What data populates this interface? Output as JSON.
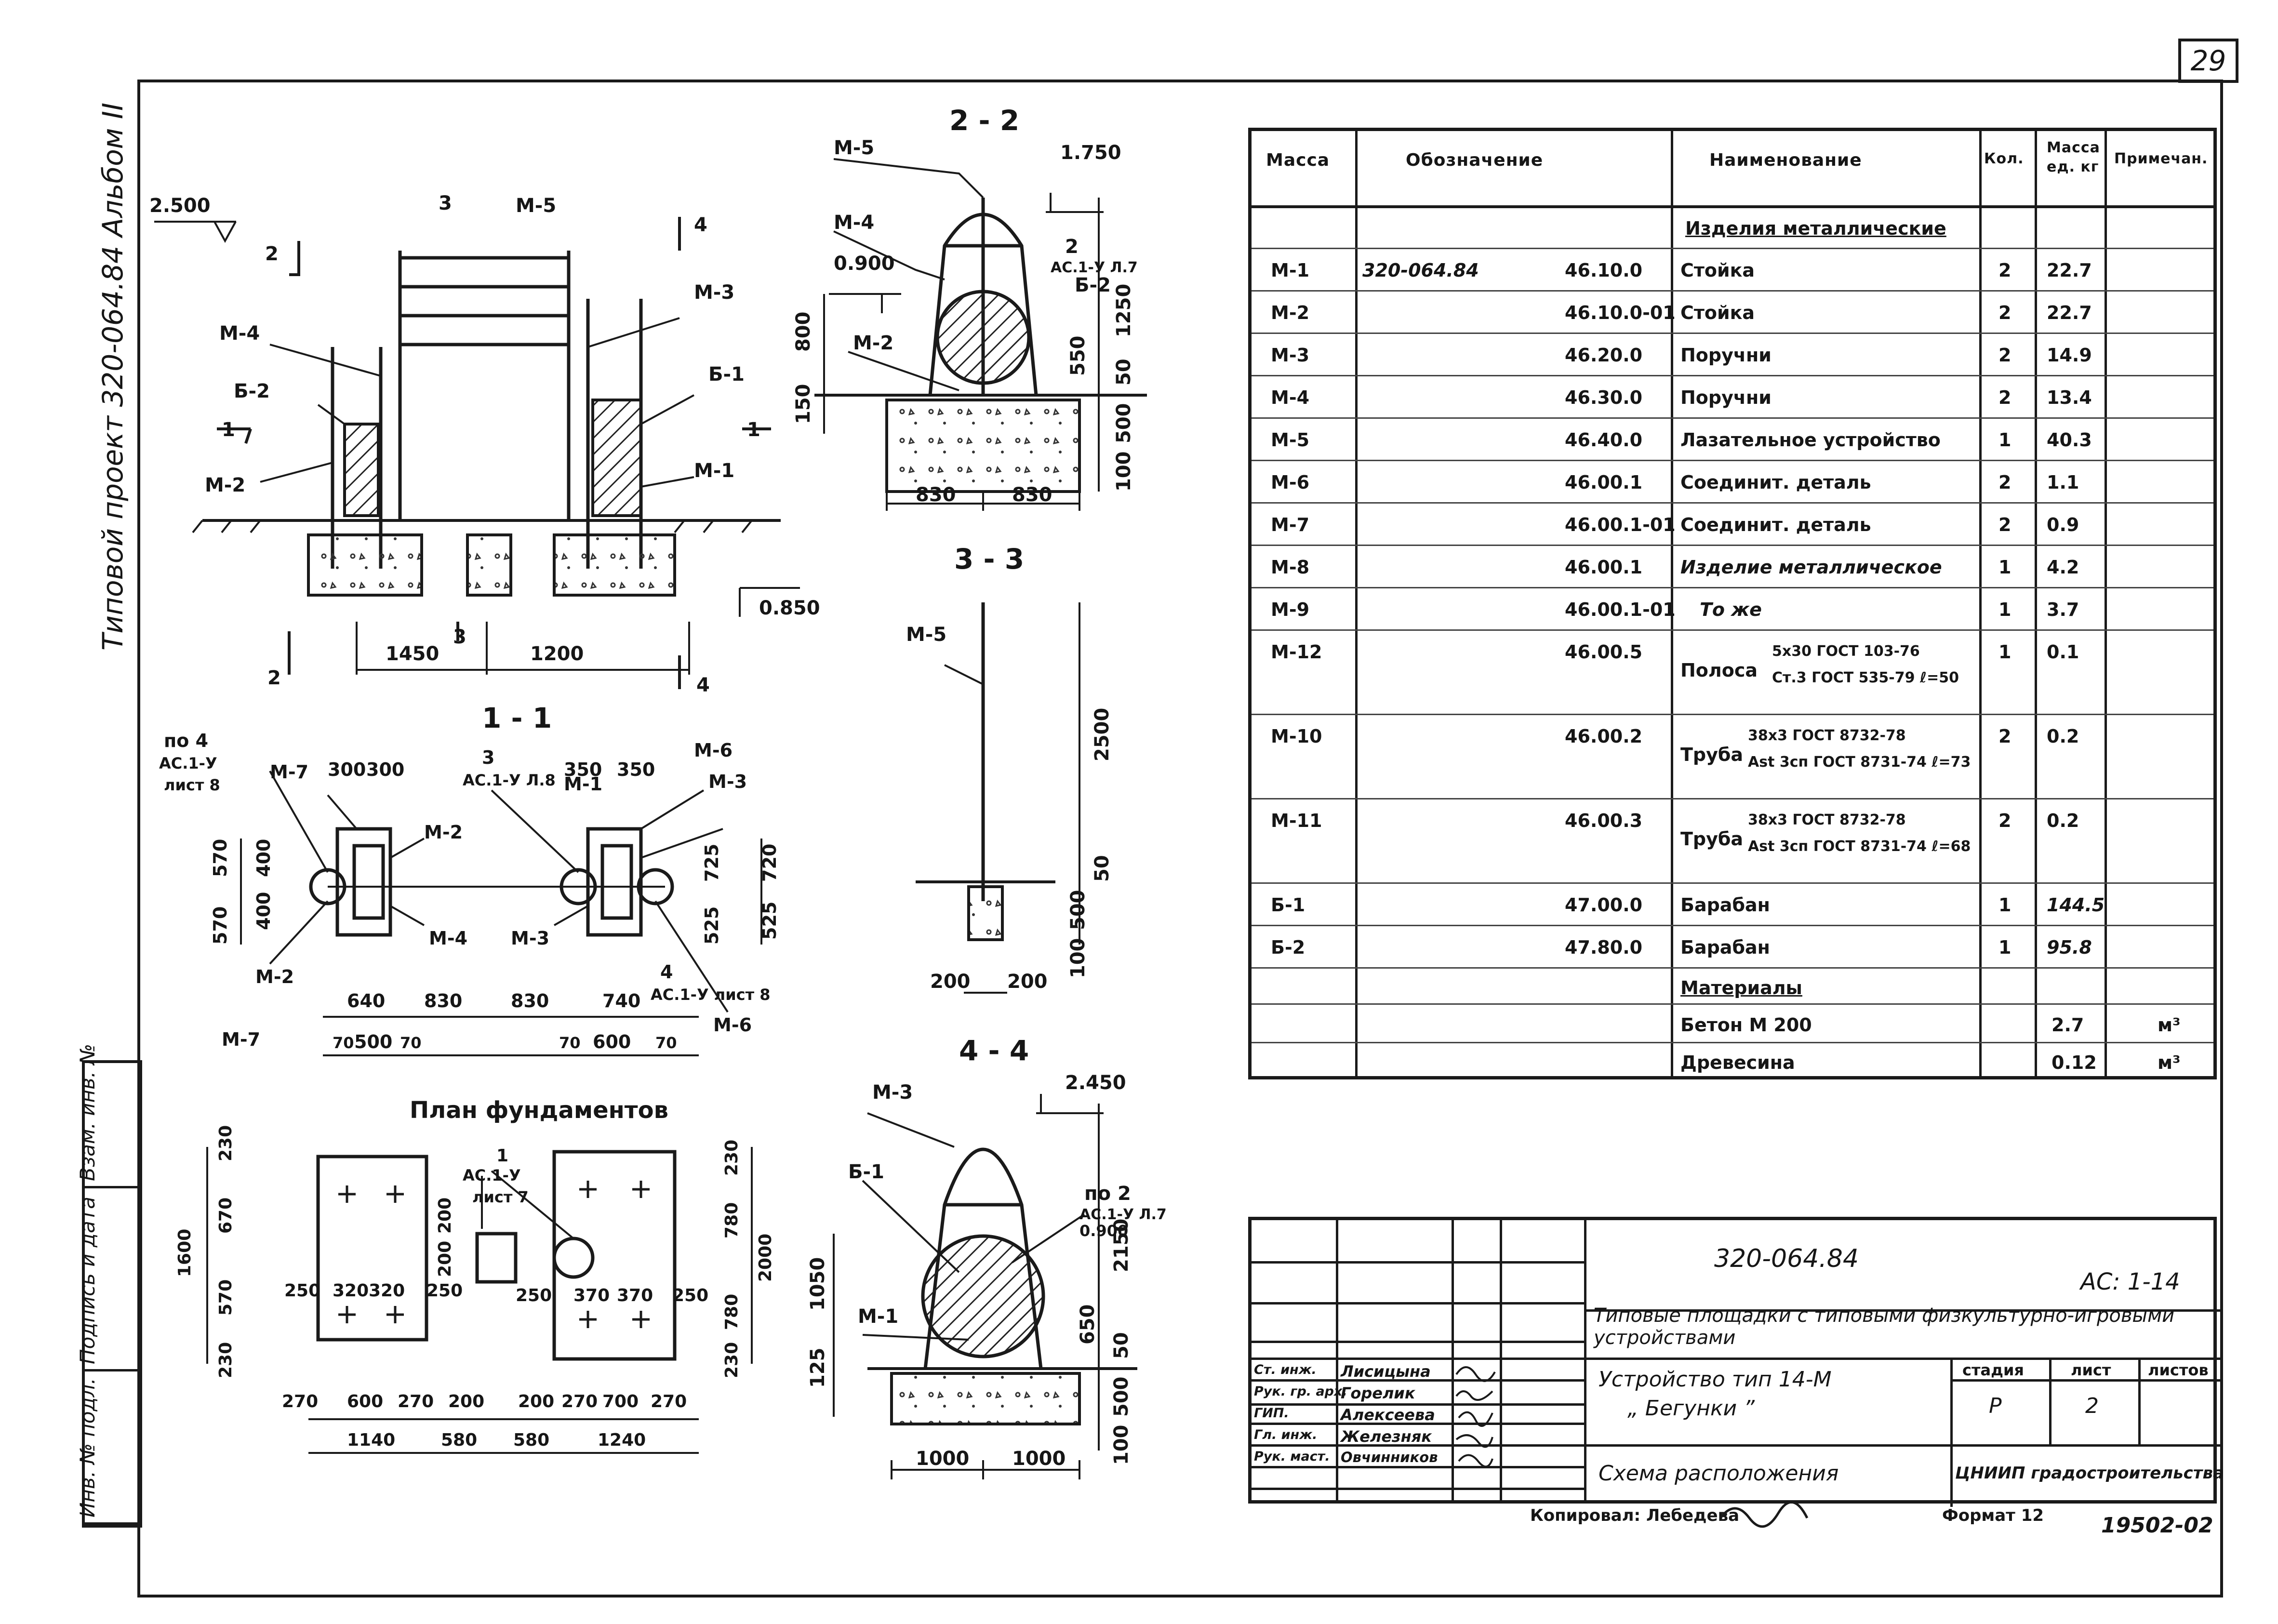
{
  "sheet": {
    "number": "29",
    "side_title": "Типовой проект 320-064.84   Альбом II",
    "side_fields": [
      "Инв. № подл.",
      "Подпись и дата",
      "Взам. инв. №"
    ]
  },
  "views": {
    "elevation": {
      "labels": [
        "М-5",
        "М-4",
        "Б-2",
        "М-2",
        "М-3",
        "Б-1",
        "М-1"
      ],
      "section_marks": [
        "1",
        "1",
        "2",
        "2",
        "3",
        "3",
        "4",
        "4"
      ],
      "levels": [
        "2.500",
        "0.850"
      ],
      "dims": [
        "1450",
        "1200"
      ]
    },
    "section_2_2": {
      "title": "2 - 2",
      "labels": [
        "М-5",
        "М-4",
        "М-2",
        "2",
        "АС.1-У Л.7",
        "Б-2"
      ],
      "levels": [
        "1.750",
        "0.900"
      ],
      "dims": [
        "800",
        "150",
        "1250",
        "550",
        "50",
        "500",
        "100",
        "830",
        "830"
      ]
    },
    "section_3_3": {
      "title": "3 - 3",
      "labels": [
        "М-5"
      ],
      "dims": [
        "2500",
        "50",
        "500",
        "100",
        "200",
        "200"
      ]
    },
    "section_1_1": {
      "title": "1 - 1",
      "labels": [
        "по 4",
        "АС.1-У",
        "лист 8",
        "М-7",
        "3",
        "АС.1-У Л.8",
        "М-1",
        "М-6",
        "М-3",
        "М-2",
        "М-4",
        "М-3",
        "М-2",
        "М-7",
        "4",
        "АС.1-У лист 8",
        "М-6"
      ],
      "dims": [
        "300",
        "300",
        "350",
        "350",
        "570",
        "400",
        "400",
        "570",
        "725",
        "525",
        "720",
        "525",
        "640",
        "830",
        "830",
        "740",
        "70",
        "500",
        "70",
        "70",
        "600",
        "70"
      ]
    },
    "plan": {
      "title": "План фундаментов",
      "labels": [
        "1",
        "АС.1-У",
        "лист 7"
      ],
      "dims": [
        "230",
        "670",
        "1600",
        "570",
        "230",
        "250",
        "320",
        "320",
        "250",
        "200",
        "200",
        "250",
        "370",
        "370",
        "250",
        "230",
        "780",
        "2000",
        "780",
        "230",
        "270",
        "600",
        "270",
        "200",
        "200",
        "270",
        "700",
        "270",
        "1140",
        "580",
        "580",
        "1240"
      ]
    },
    "section_4_4": {
      "title": "4 - 4",
      "labels": [
        "М-3",
        "Б-1",
        "по 2",
        "АС.1-У Л.7",
        "М-1"
      ],
      "levels": [
        "2.450",
        "0.900"
      ],
      "dims": [
        "1050",
        "125",
        "2150",
        "650",
        "50",
        "500",
        "100",
        "1000",
        "1000"
      ]
    }
  },
  "spec": {
    "headers": [
      "Масса",
      "Обозначение",
      "Наименование",
      "Кол.",
      "Масса ед. кг",
      "Примечан."
    ],
    "section_metal": "Изделия металлические",
    "rows": [
      {
        "mark": "М-1",
        "doc": "320-064.84",
        "code": "46.10.0",
        "name": "Стойка",
        "qty": "2",
        "mass": "22.7",
        "note": ""
      },
      {
        "mark": "М-2",
        "doc": "",
        "code": "46.10.0-01",
        "name": "Стойка",
        "qty": "2",
        "mass": "22.7",
        "note": ""
      },
      {
        "mark": "М-3",
        "doc": "",
        "code": "46.20.0",
        "name": "Поручни",
        "qty": "2",
        "mass": "14.9",
        "note": ""
      },
      {
        "mark": "М-4",
        "doc": "",
        "code": "46.30.0",
        "name": "Поручни",
        "qty": "2",
        "mass": "13.4",
        "note": ""
      },
      {
        "mark": "М-5",
        "doc": "",
        "code": "46.40.0",
        "name": "Лазательное устройство",
        "qty": "1",
        "mass": "40.3",
        "note": ""
      },
      {
        "mark": "М-6",
        "doc": "",
        "code": "46.00.1",
        "name": "Соединит. деталь",
        "qty": "2",
        "mass": "1.1",
        "note": ""
      },
      {
        "mark": "М-7",
        "doc": "",
        "code": "46.00.1-01",
        "name": "Соединит. деталь",
        "qty": "2",
        "mass": "0.9",
        "note": ""
      },
      {
        "mark": "М-8",
        "doc": "",
        "code": "46.00.1",
        "name": "Изделие металлическое",
        "qty": "1",
        "mass": "4.2",
        "note": ""
      },
      {
        "mark": "М-9",
        "doc": "",
        "code": "46.00.1-01",
        "name": "То же",
        "qty": "1",
        "mass": "3.7",
        "note": ""
      },
      {
        "mark": "М-12",
        "doc": "",
        "code": "46.00.5",
        "name": "Полоса",
        "sub1": "5x30 ГОСТ 103-76",
        "sub2": "Ст.3 ГОСТ 535-79 ℓ=50",
        "qty": "1",
        "mass": "0.1",
        "note": ""
      },
      {
        "mark": "М-10",
        "doc": "",
        "code": "46.00.2",
        "name": "Труба",
        "sub1": "38x3 ГОСТ 8732-78",
        "sub2": "Ast 3сп ГОСТ 8731-74 ℓ=73",
        "qty": "2",
        "mass": "0.2",
        "note": ""
      },
      {
        "mark": "М-11",
        "doc": "",
        "code": "46.00.3",
        "name": "Труба",
        "sub1": "38x3 ГОСТ 8732-78",
        "sub2": "Ast 3сп ГОСТ 8731-74 ℓ=68",
        "qty": "2",
        "mass": "0.2",
        "note": ""
      },
      {
        "mark": "Б-1",
        "doc": "",
        "code": "47.00.0",
        "name": "Барабан",
        "qty": "1",
        "mass": "144.5",
        "note": ""
      },
      {
        "mark": "Б-2",
        "doc": "",
        "code": "47.80.0",
        "name": "Барабан",
        "qty": "1",
        "mass": "95.8",
        "note": ""
      }
    ],
    "section_materials": "Материалы",
    "materials": [
      {
        "name": "Бетон М 200",
        "mass": "2.7",
        "note": "м³"
      },
      {
        "name": "Древесина",
        "mass": "0.12",
        "note": "м³"
      }
    ]
  },
  "title_block": {
    "code": "320-064.84",
    "sheet_ref": "АС: 1-14",
    "project": "Типовые площадки с типовыми физкультурно-игровыми устройствами",
    "item": "Устройство тип 14-М",
    "item_name": "„ Бегунки ”",
    "stage_header": "стадия",
    "sheet_header": "лист",
    "sheets_header": "листов",
    "stage": "Р",
    "sheet": "2",
    "sheets": "",
    "drawing_name": "Схема расположения",
    "org": "ЦНИИП градостроительства",
    "staff": [
      {
        "role": "Ст. инж.",
        "name": "Лисицына"
      },
      {
        "role": "Рук. гр. арх.",
        "name": "Горелик"
      },
      {
        "role": "ГИП.",
        "name": "Алексеева"
      },
      {
        "role": "Гл. инж.",
        "name": "Железняк"
      },
      {
        "role": "Рук. маст.",
        "name": "Овчинников"
      }
    ]
  },
  "footer": {
    "copied": "Копировал: Лебедева",
    "format": "Формат 12",
    "number": "19502-02"
  }
}
